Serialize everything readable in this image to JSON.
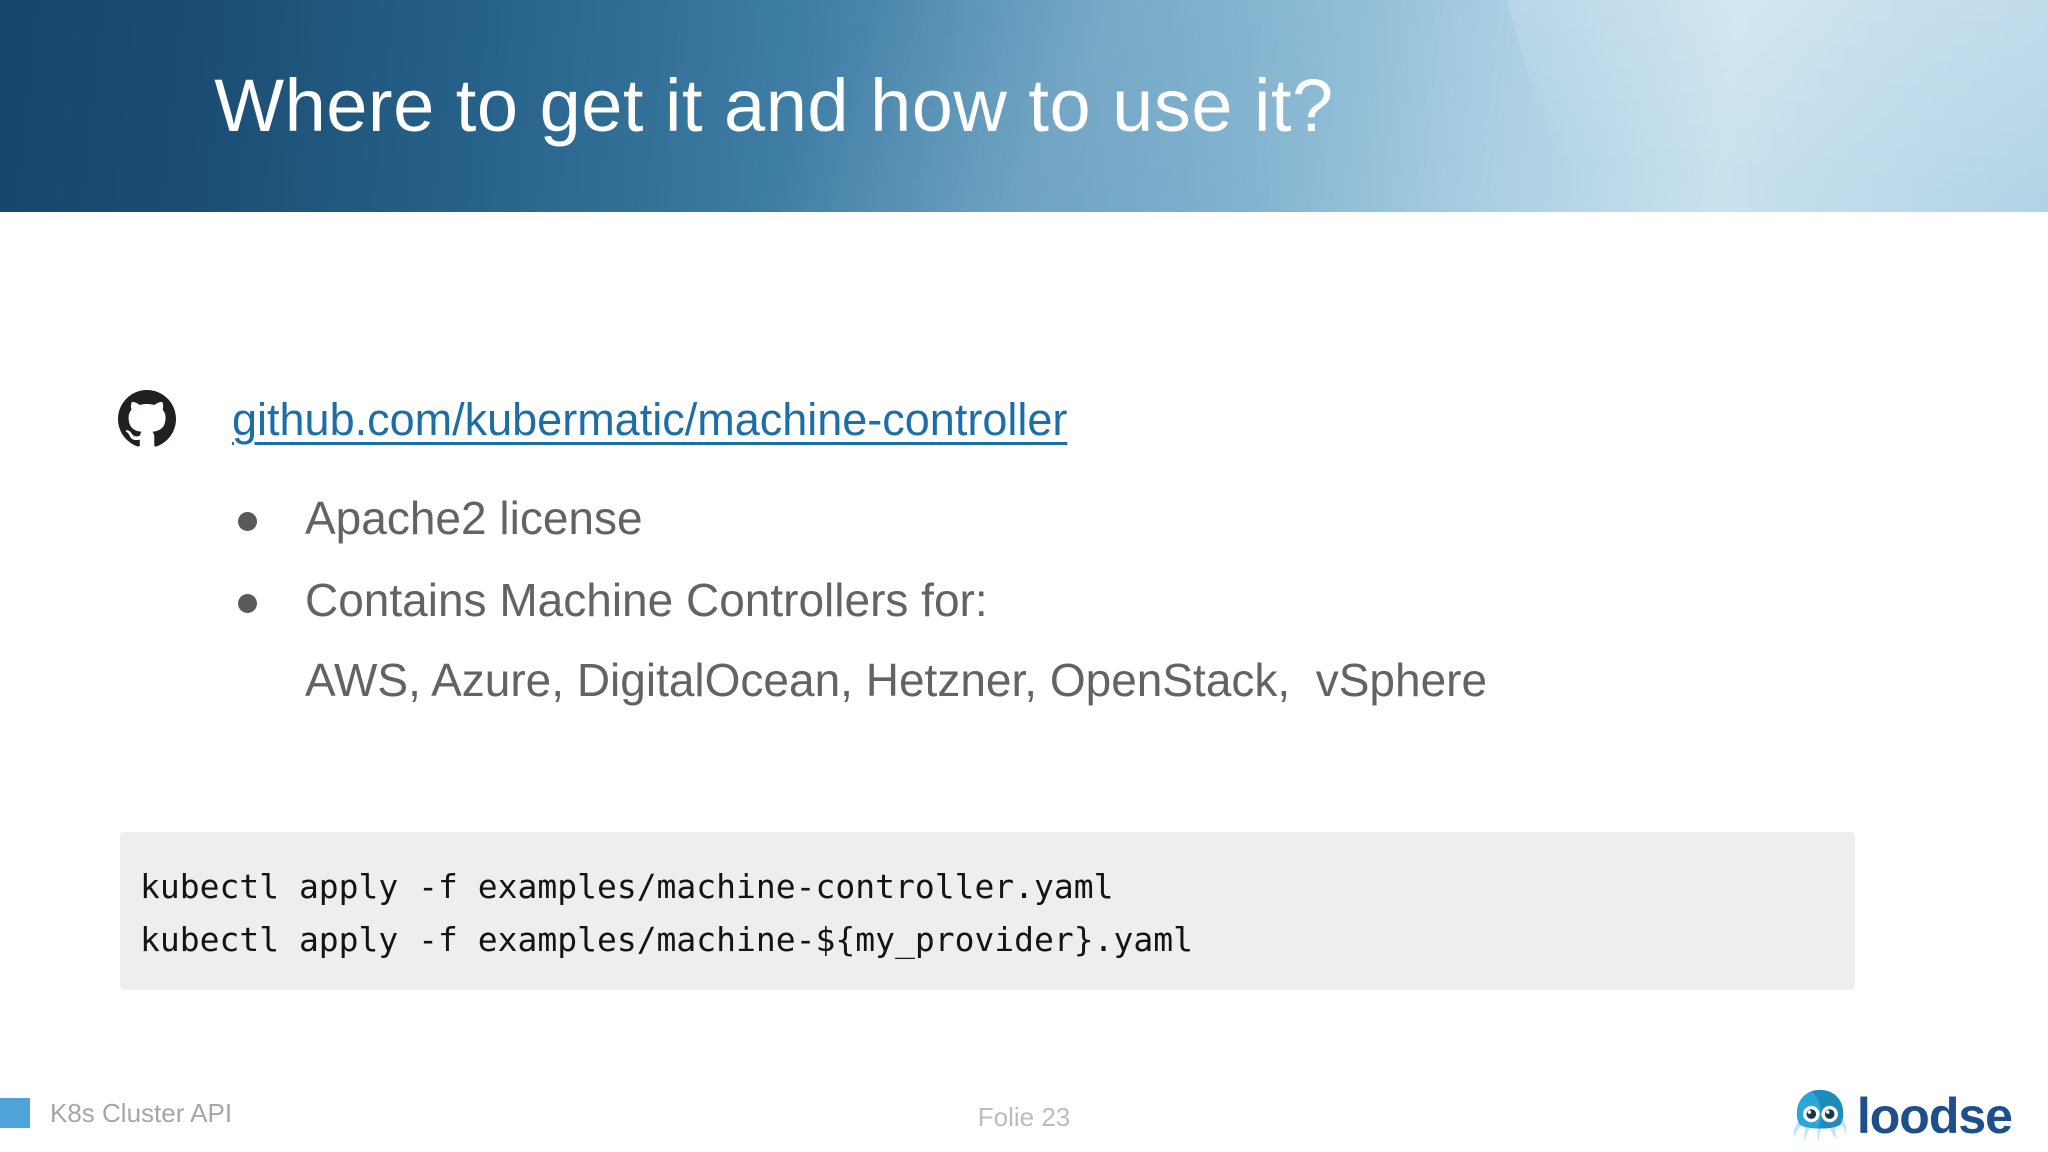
{
  "header": {
    "title": "Where to get it and how to use it?",
    "gradient_from": "#17466a",
    "gradient_to": "#b2d3e6"
  },
  "body": {
    "repo": {
      "icon": "github-icon",
      "link_text": "github.com/kubermatic/machine-controller",
      "link_color": "#1c6ea8"
    },
    "bullets": [
      {
        "text": "Apache2 license"
      },
      {
        "text": "Contains Machine Controllers for:"
      }
    ],
    "providers_line": "AWS, Azure, DigitalOcean, Hetzner, OpenStack,  vSphere",
    "bullet_color": "#5a5a5a",
    "text_color": "#636363",
    "code_block": {
      "background": "#eeedf0",
      "lines": [
        "kubectl apply -f examples/machine-controller.yaml",
        "kubectl apply -f examples/machine-${my_provider}.yaml"
      ]
    }
  },
  "footer": {
    "marker_color": "#4ea3d8",
    "left_label": "K8s Cluster API",
    "center_label": "Folie 23",
    "logo": {
      "mark": "octopus-icon",
      "wordmark": "loodse",
      "color": "#1e4f8a"
    }
  }
}
